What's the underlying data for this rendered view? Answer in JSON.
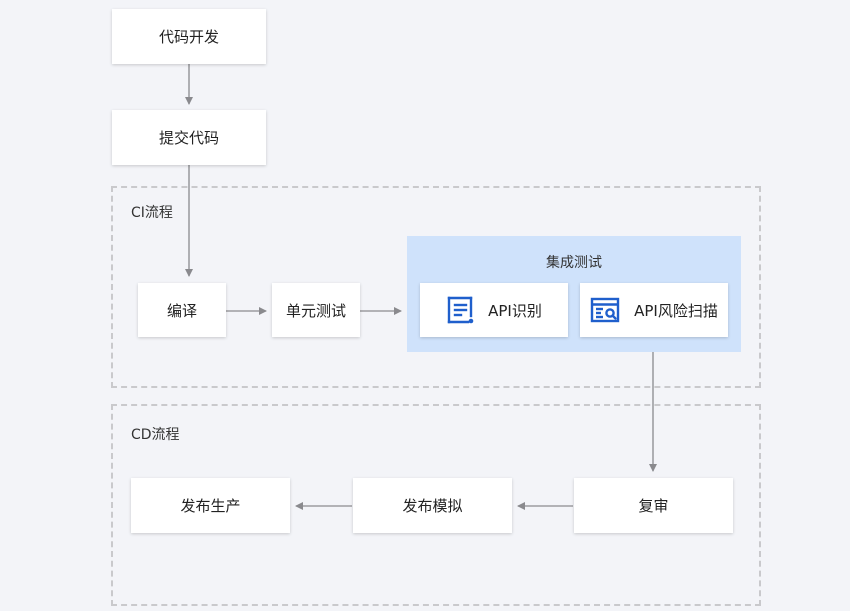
{
  "nodes": {
    "code_dev": "代码开发",
    "commit_code": "提交代码",
    "compile": "编译",
    "unit_test": "单元测试",
    "api_identify": "API识别",
    "api_risk_scan": "API风险扫描",
    "review": "复审",
    "release_sim": "发布模拟",
    "release_prod": "发布生产"
  },
  "regions": {
    "ci_label": "CI流程",
    "cd_label": "CD流程",
    "integration_test_title": "集成测试"
  },
  "icons": {
    "api_identify_icon": "list-scan-icon",
    "api_risk_scan_icon": "browser-search-icon"
  },
  "colors": {
    "accent": "#1f5fcc",
    "group_bg": "#cfe2fb",
    "arrow": "#8a8a8e",
    "dashed_border": "#c9c9cc"
  }
}
